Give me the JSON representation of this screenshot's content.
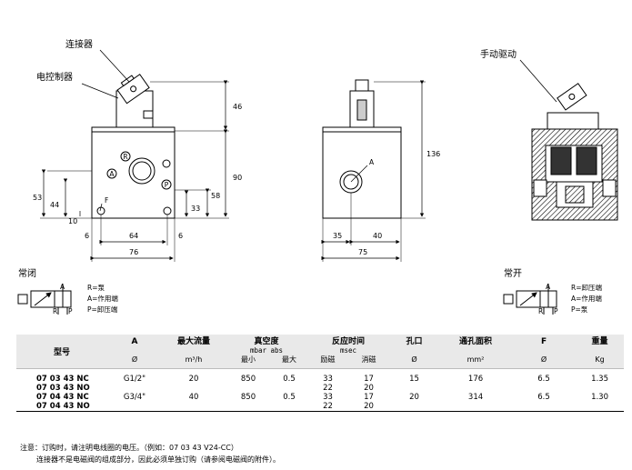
{
  "labels": {
    "connector": "连接器",
    "solenoid": "电控制器",
    "manual_override": "手动驱动",
    "normally_closed": "常闭",
    "normally_open": "常开"
  },
  "dimensions": {
    "d46": "46",
    "d90": "90",
    "d53": "53",
    "d44": "44",
    "d58": "58",
    "d33": "33",
    "d10": "10",
    "d6a": "6",
    "d64": "64",
    "d6b": "6",
    "d76": "76",
    "d136": "136",
    "d35": "35",
    "d40": "40",
    "d75": "75"
  },
  "port_letters": {
    "R": "R",
    "A": "A",
    "P": "P",
    "F": "F",
    "A_side": "A"
  },
  "legend_nc": [
    "R=泵",
    "A=作用端",
    "P=卸压端"
  ],
  "legend_no": [
    "R=卸压端",
    "A=作用端",
    "P=泵"
  ],
  "table": {
    "headers": {
      "model": "型号",
      "a": "A",
      "max_flow": "最大流量",
      "vacuum": "真空度",
      "response": "反应时间",
      "orifice": "孔口",
      "area": "通孔面积",
      "f": "F",
      "weight": "重量"
    },
    "subheaders": {
      "vacuum_unit": "mbar abs",
      "response_unit": "msec"
    },
    "units": {
      "a": "Ø",
      "flow": "m³/h",
      "vac_min": "最小",
      "vac_max": "最大",
      "excite": "励磁",
      "deexcite": "消磁",
      "orifice": "Ø",
      "area": "mm²",
      "f": "Ø",
      "weight": "Kg"
    },
    "rows": [
      {
        "model": "07 03 43 NC",
        "a": "G1/2\"",
        "flow": "20",
        "vmin": "850",
        "vmax": "0.5",
        "t1": "33",
        "t2": "17",
        "orifice": "15",
        "area": "176",
        "f": "6.5",
        "weight": "1.35"
      },
      {
        "model": "07 03 43 NO",
        "a": "",
        "flow": "",
        "vmin": "",
        "vmax": "",
        "t1": "22",
        "t2": "20",
        "orifice": "",
        "area": "",
        "f": "",
        "weight": ""
      },
      {
        "model": "07 04 43 NC",
        "a": "G3/4\"",
        "flow": "40",
        "vmin": "850",
        "vmax": "0.5",
        "t1": "33",
        "t2": "17",
        "orifice": "20",
        "area": "314",
        "f": "6.5",
        "weight": "1.30"
      },
      {
        "model": "07 04 43 NO",
        "a": "",
        "flow": "",
        "vmin": "",
        "vmax": "",
        "t1": "22",
        "t2": "20",
        "orifice": "",
        "area": "",
        "f": "",
        "weight": ""
      }
    ]
  },
  "notes": {
    "line1": "注意：订购时，请注明电线圈的电压。（例如：07 03 43 V24-CC）",
    "line2": "连接器不是电磁阀的组成部分，因此必须单独订购（请参阅电磁阀的附件）。"
  }
}
